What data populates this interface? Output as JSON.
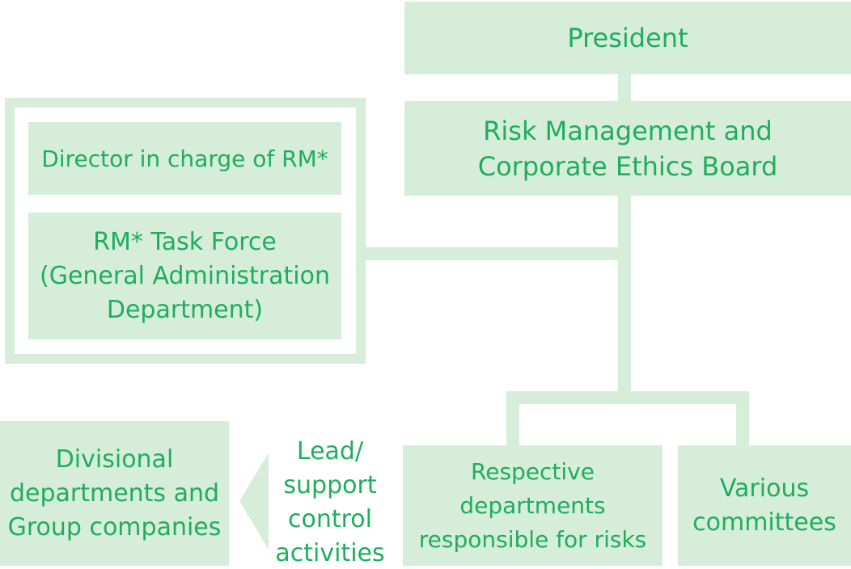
{
  "nodes": {
    "president": "President",
    "rm_board": "Risk Management and\nCorporate Ethics Board",
    "director": "Director in charge of RM*",
    "task_force": "RM* Task Force\n(General Administration\nDepartment)",
    "respective_departments": "Respective\ndepartments\nresponsible for risks",
    "various_committees": "Various\ncommittees",
    "divisional": "Divisional\ndepartments and\nGroup companies"
  },
  "edge_label": "Lead/\nsupport\ncontrol\nactivities",
  "colors": {
    "box_fill": "#d6edda",
    "text": "#1eae5c",
    "connector": "#d6edda"
  }
}
